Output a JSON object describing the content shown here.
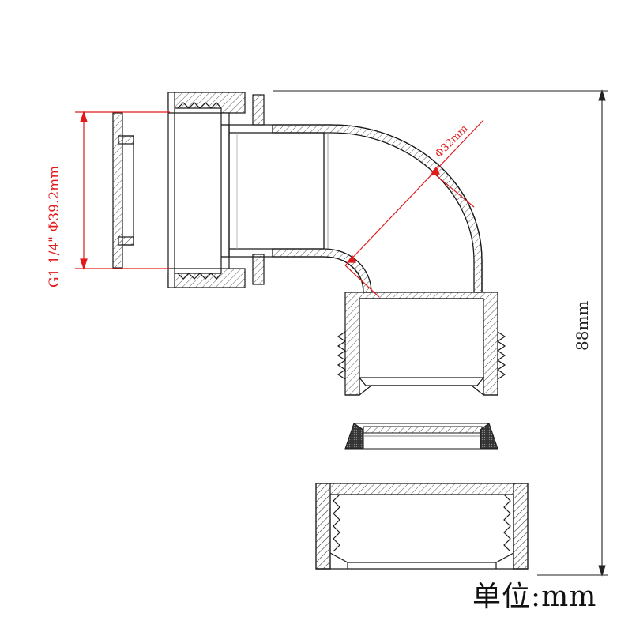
{
  "dimensions": {
    "left_label": "G1 1/4\"  Φ39.2mm",
    "bend_label": "Φ32mm",
    "height_label": "88mm",
    "unit_label": "单位:mm"
  },
  "colors": {
    "line": "#1a1a1a",
    "dimension_red": "#e01b1b",
    "dimension_black": "#222222",
    "hatch": "#555555",
    "seal": "#333333"
  }
}
